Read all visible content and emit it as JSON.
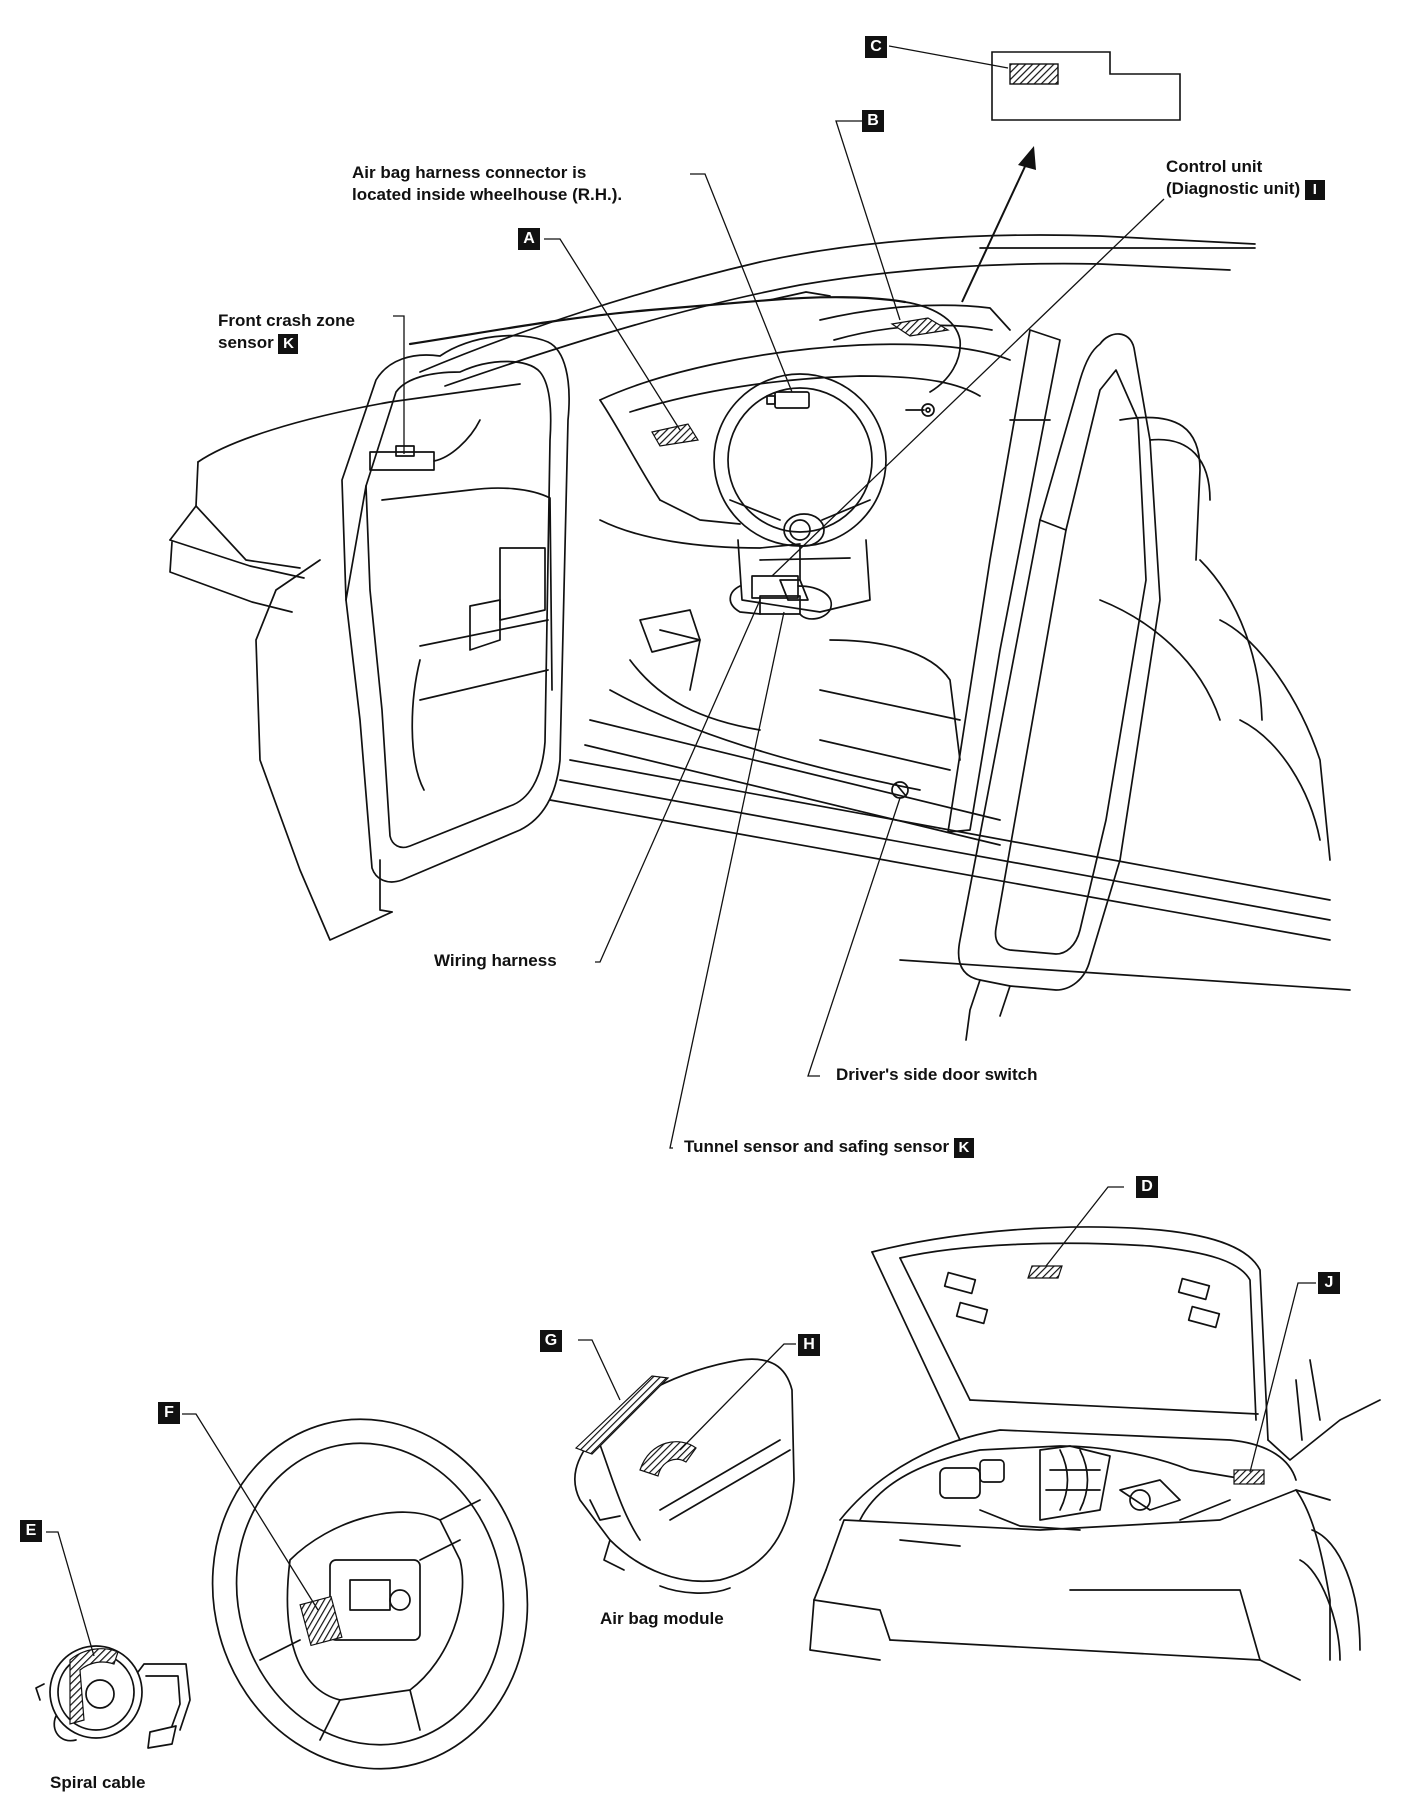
{
  "labels": {
    "harness_connector_line1": "Air bag harness connector is",
    "harness_connector_line2": "located inside wheelhouse (R.H.).",
    "control_unit_line1": "Control unit",
    "control_unit_line2": "(Diagnostic unit)",
    "front_crash_line1": "Front crash zone",
    "front_crash_line2": "sensor",
    "wiring_harness": "Wiring harness",
    "door_switch": "Driver's side door switch",
    "tunnel_sensor": "Tunnel sensor and safing sensor",
    "air_bag_module": "Air bag module",
    "spiral_cable": "Spiral cable"
  },
  "boxes": {
    "A": "A",
    "B": "B",
    "C": "C",
    "D": "D",
    "E": "E",
    "F": "F",
    "G": "G",
    "H": "H",
    "I": "I",
    "J": "J",
    "K": "K"
  }
}
